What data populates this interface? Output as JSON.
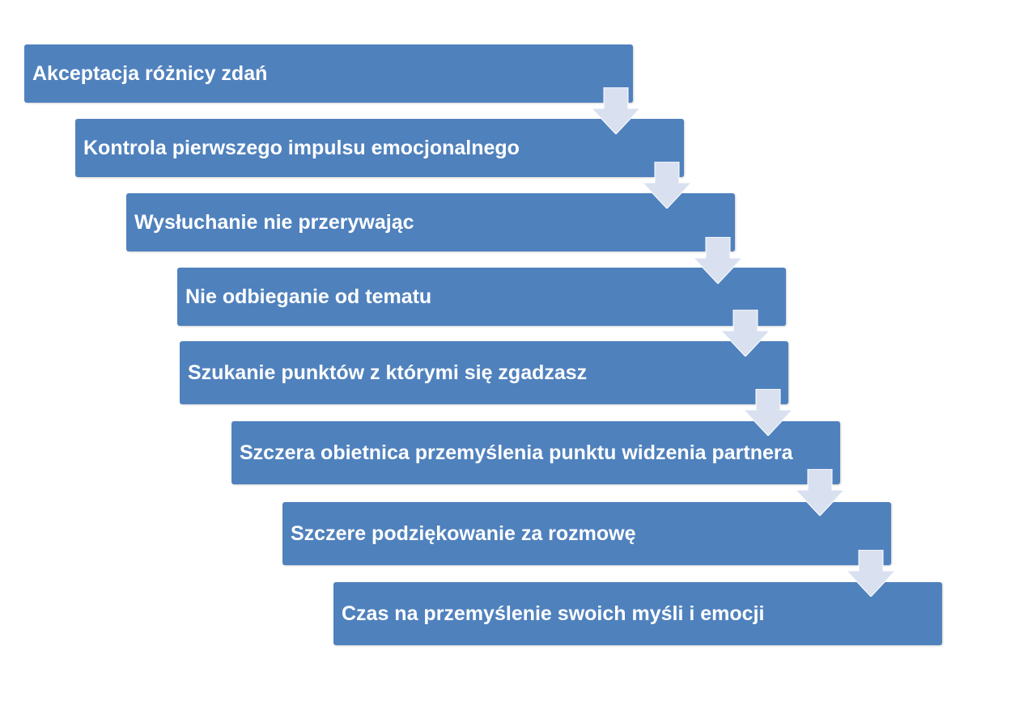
{
  "steps": [
    {
      "label": "Akceptacja różnicy zdań"
    },
    {
      "label": "Kontrola pierwszego impulsu emocjonalnego"
    },
    {
      "label": "Wysłuchanie nie przerywając"
    },
    {
      "label": "Nie odbieganie od tematu"
    },
    {
      "label": "Szukanie punktów z którymi się zgadzasz"
    },
    {
      "label": "Szczera obietnica przemyślenia punktu widzenia partnera"
    },
    {
      "label": "Szczere podziękowanie za rozmowę"
    },
    {
      "label": "Czas na przemyślenie swoich myśli i emocji"
    }
  ],
  "colors": {
    "box_fill": "#4f81bd",
    "box_text": "#ffffff",
    "arrow_fill": "#d9e1f0"
  },
  "icons": {
    "connector": "down-arrow-icon"
  }
}
